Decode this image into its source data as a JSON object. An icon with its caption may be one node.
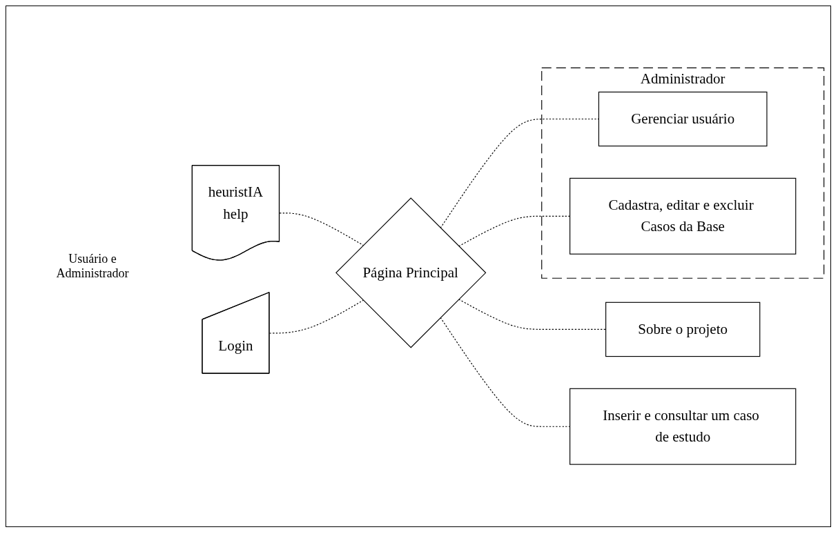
{
  "diagram": {
    "nodes": [
      {
        "text": [
          "heuristIA",
          "help"
        ]
      },
      {
        "text": [
          "Login"
        ]
      },
      {
        "text": [
          "Página Principal"
        ]
      },
      {
        "text": [
          "Sobre o projeto"
        ]
      },
      {
        "text": [
          "Inserir e consultar um caso de estudo"
        ]
      },
      {
        "text": [
          "Administrador"
        ]
      },
      {
        "text": [
          "Gerenciar usuário"
        ],
        "in": 5
      },
      {
        "text": [
          "Cadastra, editar e excluir Casos da Base"
        ],
        "in": 5
      }
    ],
    "edges": [
      {
        "from": 0,
        "to": 2,
        "arrow": "none",
        "style": "dashed"
      },
      {
        "from": 1,
        "to": 2,
        "arrow": "none",
        "style": "dashed"
      },
      {
        "from": 2,
        "to": 3,
        "arrow": "none",
        "style": "dashed"
      },
      {
        "from": 2,
        "to": 4,
        "arrow": "none",
        "style": "dashed"
      },
      {
        "from": 2,
        "to": 6,
        "arrow": "none",
        "style": "dashed"
      },
      {
        "from": 2,
        "to": 7,
        "arrow": "none",
        "style": "dashed"
      }
    ],
    "labels": [
      "Usuário e Administrador"
    ]
  }
}
